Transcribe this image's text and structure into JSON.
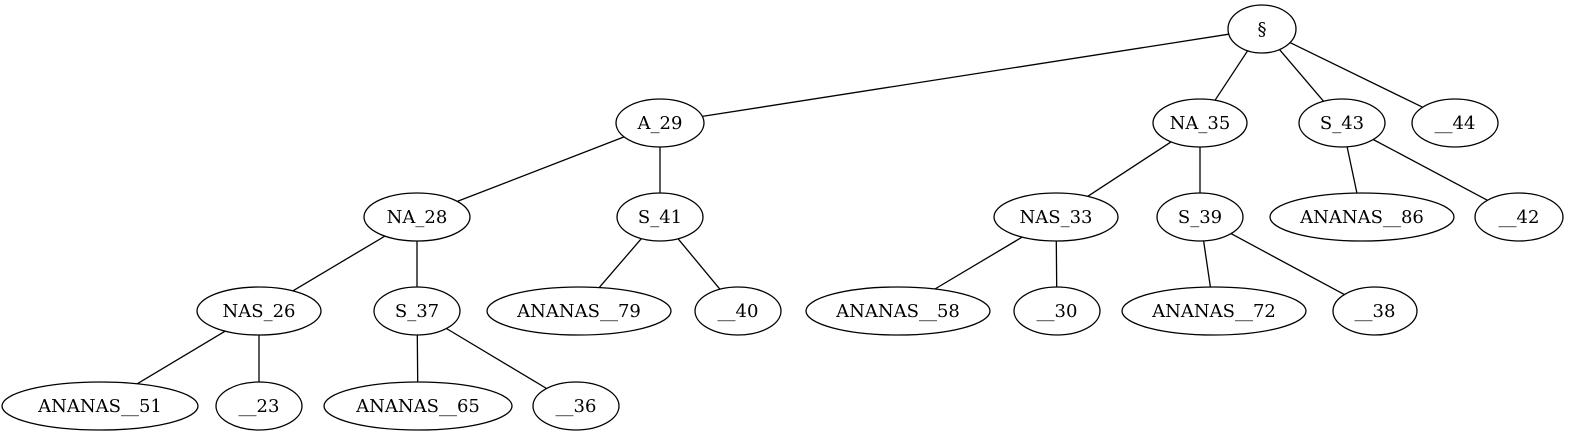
{
  "colors": {
    "background": "#ffffff",
    "ink": "#000000"
  },
  "tree": {
    "nodes": [
      {
        "id": "root",
        "label": "§"
      },
      {
        "id": "A_29",
        "label": "A_29"
      },
      {
        "id": "NA_35",
        "label": "NA_35"
      },
      {
        "id": "S_43",
        "label": "S_43"
      },
      {
        "id": "__44",
        "label": "__44"
      },
      {
        "id": "NA_28",
        "label": "NA_28"
      },
      {
        "id": "S_41",
        "label": "S_41"
      },
      {
        "id": "NAS_33",
        "label": "NAS_33"
      },
      {
        "id": "S_39",
        "label": "S_39"
      },
      {
        "id": "ANANAS__86",
        "label": "ANANAS__86"
      },
      {
        "id": "__42",
        "label": "__42"
      },
      {
        "id": "NAS_26",
        "label": "NAS_26"
      },
      {
        "id": "S_37",
        "label": "S_37"
      },
      {
        "id": "ANANAS__79",
        "label": "ANANAS__79"
      },
      {
        "id": "__40",
        "label": "__40"
      },
      {
        "id": "ANANAS__58",
        "label": "ANANAS__58"
      },
      {
        "id": "__30",
        "label": "__30"
      },
      {
        "id": "ANANAS__72",
        "label": "ANANAS__72"
      },
      {
        "id": "__38",
        "label": "__38"
      },
      {
        "id": "ANANAS__51",
        "label": "ANANAS__51"
      },
      {
        "id": "__23",
        "label": "__23"
      },
      {
        "id": "ANANAS__65",
        "label": "ANANAS__65"
      },
      {
        "id": "__36",
        "label": "__36"
      }
    ],
    "edges": [
      [
        "root",
        "A_29"
      ],
      [
        "root",
        "NA_35"
      ],
      [
        "root",
        "S_43"
      ],
      [
        "root",
        "__44"
      ],
      [
        "A_29",
        "NA_28"
      ],
      [
        "A_29",
        "S_41"
      ],
      [
        "NA_35",
        "NAS_33"
      ],
      [
        "NA_35",
        "S_39"
      ],
      [
        "S_43",
        "ANANAS__86"
      ],
      [
        "S_43",
        "__42"
      ],
      [
        "NA_28",
        "NAS_26"
      ],
      [
        "NA_28",
        "S_37"
      ],
      [
        "S_41",
        "ANANAS__79"
      ],
      [
        "S_41",
        "__40"
      ],
      [
        "NAS_33",
        "ANANAS__58"
      ],
      [
        "NAS_33",
        "__30"
      ],
      [
        "S_39",
        "ANANAS__72"
      ],
      [
        "S_39",
        "__38"
      ],
      [
        "NAS_26",
        "ANANAS__51"
      ],
      [
        "NAS_26",
        "__23"
      ],
      [
        "S_37",
        "ANANAS__65"
      ],
      [
        "S_37",
        "__36"
      ]
    ]
  }
}
